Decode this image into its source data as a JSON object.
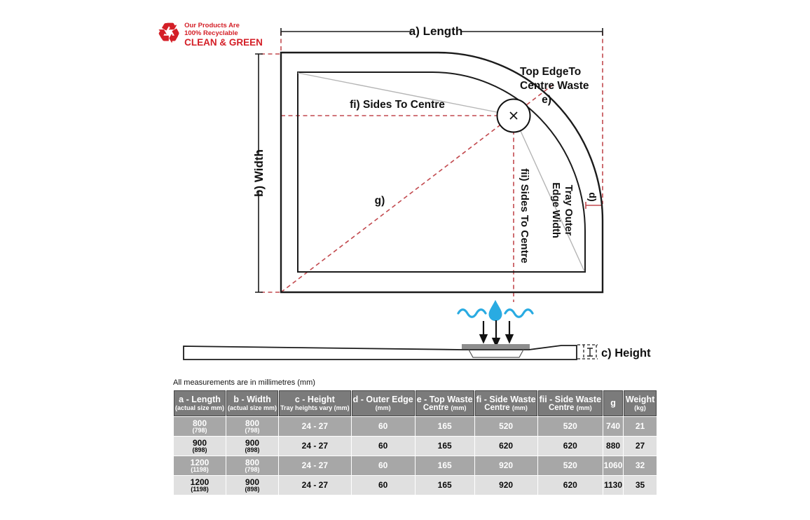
{
  "badge": {
    "line1": "Our Products Are",
    "line2": "100% Recyclable",
    "line3": "CLEAN & GREEN"
  },
  "diagram": {
    "length_label": "a) Length",
    "width_label": "b) Width",
    "top_waste_label_1": "Top EdgeTo",
    "top_waste_label_2": "Centre Waste",
    "e_label": "e)",
    "fi_label": "fi) Sides To Centre",
    "fii_label": "fii) Sides To Centre",
    "g_label": "g)",
    "d_label": "d)",
    "rim_label_1": "Tray Outer",
    "rim_label_2": "Edge Width",
    "height_label": "c) Height"
  },
  "table": {
    "note": "All measurements are in millimetres (mm)",
    "columns": [
      {
        "label": "a - Length",
        "sub_small": "(actual size mm)"
      },
      {
        "label": "b - Width",
        "sub_small": "(actual size mm)"
      },
      {
        "label": "c - Height",
        "sub_small": "Tray heights vary (mm)"
      },
      {
        "label": "d - Outer Edge",
        "sub_small": "(mm)"
      },
      {
        "label": "e - Top Waste",
        "sub_strong": "Centre",
        "sub_small": "(mm)"
      },
      {
        "label": "fi - Side Waste",
        "sub_strong": "Centre",
        "sub_small": "(mm)"
      },
      {
        "label": "fii - Side Waste",
        "sub_strong": "Centre",
        "sub_small": "(mm)"
      },
      {
        "label": "g"
      },
      {
        "label": "Weight",
        "sub_small": "(kg)"
      }
    ],
    "rows": [
      {
        "shade": "dark",
        "cells": [
          {
            "v": "800",
            "sub": "(798)"
          },
          {
            "v": "800",
            "sub": "(798)"
          },
          {
            "v": "24 - 27"
          },
          {
            "v": "60"
          },
          {
            "v": "165"
          },
          {
            "v": "520"
          },
          {
            "v": "520"
          },
          {
            "v": "740"
          },
          {
            "v": "21"
          }
        ]
      },
      {
        "shade": "light",
        "cells": [
          {
            "v": "900",
            "sub": "(898)"
          },
          {
            "v": "900",
            "sub": "(898)"
          },
          {
            "v": "24 - 27"
          },
          {
            "v": "60"
          },
          {
            "v": "165"
          },
          {
            "v": "620"
          },
          {
            "v": "620"
          },
          {
            "v": "880"
          },
          {
            "v": "27"
          }
        ]
      },
      {
        "shade": "dark",
        "cells": [
          {
            "v": "1200",
            "sub": "(1198)"
          },
          {
            "v": "800",
            "sub": "(798)"
          },
          {
            "v": "24 - 27"
          },
          {
            "v": "60"
          },
          {
            "v": "165"
          },
          {
            "v": "920"
          },
          {
            "v": "520"
          },
          {
            "v": "1060"
          },
          {
            "v": "32"
          }
        ]
      },
      {
        "shade": "light",
        "cells": [
          {
            "v": "1200",
            "sub": "(1198)"
          },
          {
            "v": "900",
            "sub": "(898)"
          },
          {
            "v": "24 - 27"
          },
          {
            "v": "60"
          },
          {
            "v": "165"
          },
          {
            "v": "920"
          },
          {
            "v": "620"
          },
          {
            "v": "1130"
          },
          {
            "v": "35"
          }
        ]
      }
    ]
  },
  "icons": {
    "recycle_icon": "♻",
    "water_drop_icon": "drop",
    "wave_icon": "waves",
    "flow_arrow_icon": "down-arrows"
  },
  "colors": {
    "accent_red": "#d41f27",
    "dashed_red": "#c2494e",
    "water_blue": "#29abe2",
    "table_header_bg": "#7b7b7b",
    "table_row_dark": "#a7a7a7",
    "table_row_light": "#e0e0e0"
  }
}
